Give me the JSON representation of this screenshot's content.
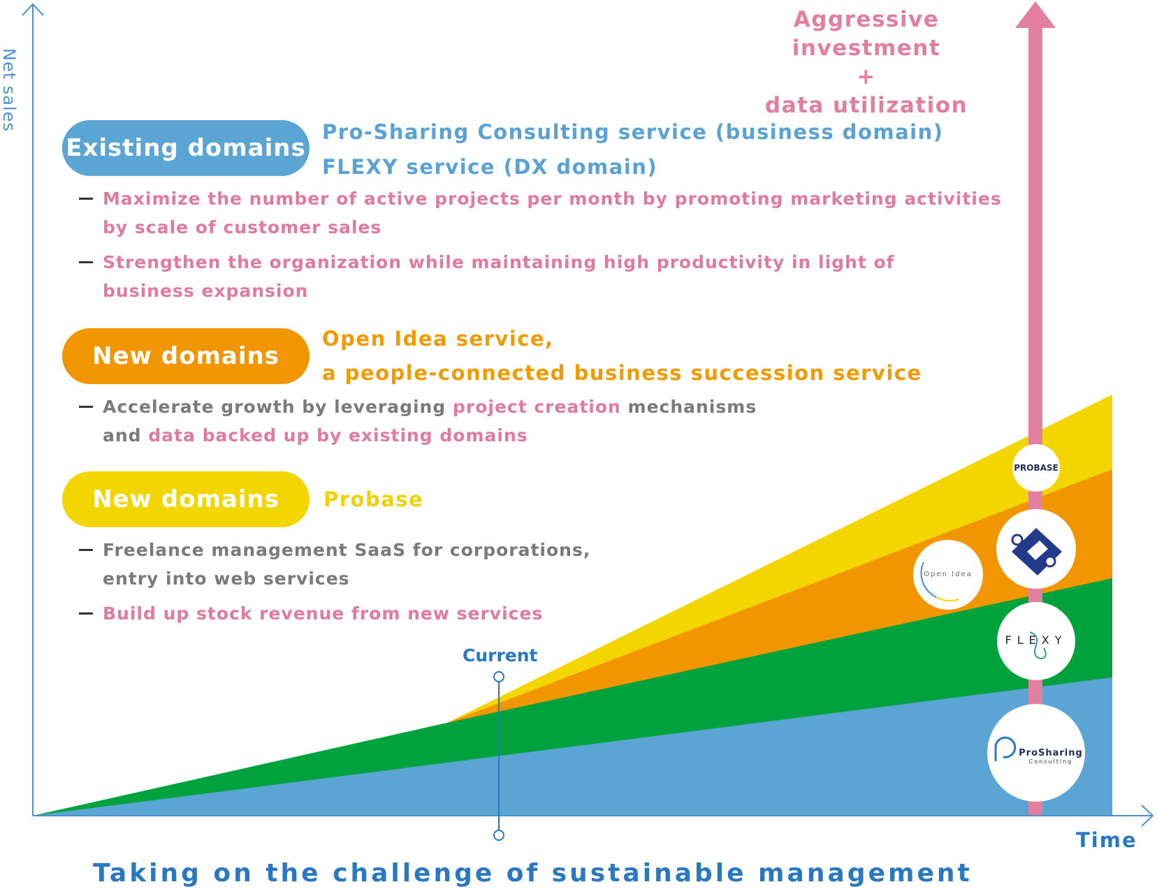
{
  "axes": {
    "y_label": "Net sales",
    "x_label": "Time"
  },
  "footer": {
    "title": "Taking on the challenge of sustainable management"
  },
  "current_marker": {
    "label": "Current"
  },
  "arrow_label": {
    "line1": "Aggressive investment",
    "line2": "+",
    "line3": "data utilization"
  },
  "sections": {
    "existing": {
      "pill": "Existing domains",
      "service1": "Pro-Sharing Consulting service (business domain)",
      "service2": "FLEXY service (DX domain)",
      "b1_l1": "Maximize the number of active projects per month by promoting marketing activities",
      "b1_l2": "by scale of customer sales",
      "b2_l1": "Strengthen the organization while maintaining high productivity in light of",
      "b2_l2": "business expansion"
    },
    "new1": {
      "pill": "New domains",
      "service1": "Open Idea service,",
      "service2": "a people-connected business succession service",
      "b1_a": "Accelerate growth by leveraging ",
      "b1_b": "project creation",
      "b1_c": " mechanisms",
      "b1_d": "and ",
      "b1_e": "data backed up by existing domains"
    },
    "new2": {
      "pill": "New domains",
      "service1": "Probase",
      "b1_l1": "Freelance management SaaS for corporations,",
      "b1_l2": "entry into web services",
      "b2_l1": "Build up stock revenue from new services"
    }
  },
  "logos": {
    "probase": "PROBASE",
    "openidea": "Open Idea",
    "flexy": "FLEXY",
    "prosharing_1": "ProSharing",
    "prosharing_2": "Consulting"
  },
  "colors": {
    "blue": "#5ba5d5",
    "green": "#00a23e",
    "orange": "#f29600",
    "yellow": "#f3d500",
    "pink": "#e27fa1",
    "axis": "#4a90d0",
    "dark_blue": "#2b78c2"
  }
}
